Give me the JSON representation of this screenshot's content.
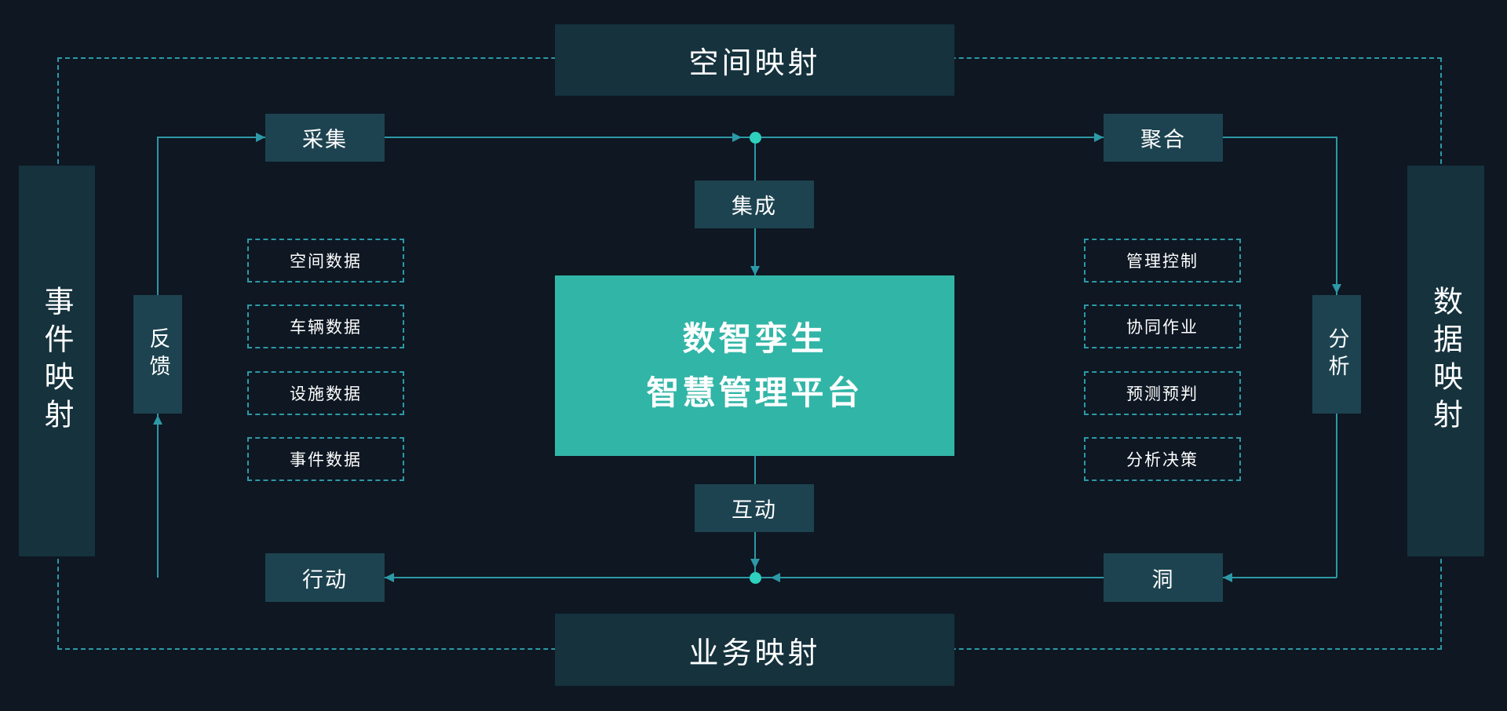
{
  "colors": {
    "background": "#0e1722",
    "panel_dark": "#15323d",
    "node_dark": "#1d4350",
    "accent": "#31b5a7",
    "line": "#2d99a6",
    "dot": "#2fd0bd",
    "text": "#ffffff"
  },
  "frame_labels": {
    "top": "空间映射",
    "bottom": "业务映射",
    "left": "事件映射",
    "right": "数据映射"
  },
  "center": {
    "line1": "数智孪生",
    "line2": "智慧管理平台"
  },
  "nodes": {
    "collect": "采集",
    "aggregate": "聚合",
    "integrate": "集成",
    "interact": "互动",
    "feedback": "反馈",
    "analyze": "分析",
    "action": "行动",
    "insight": "洞"
  },
  "left_items": [
    "空间数据",
    "车辆数据",
    "设施数据",
    "事件数据"
  ],
  "right_items": [
    "管理控制",
    "协同作业",
    "预测预判",
    "分析决策"
  ]
}
